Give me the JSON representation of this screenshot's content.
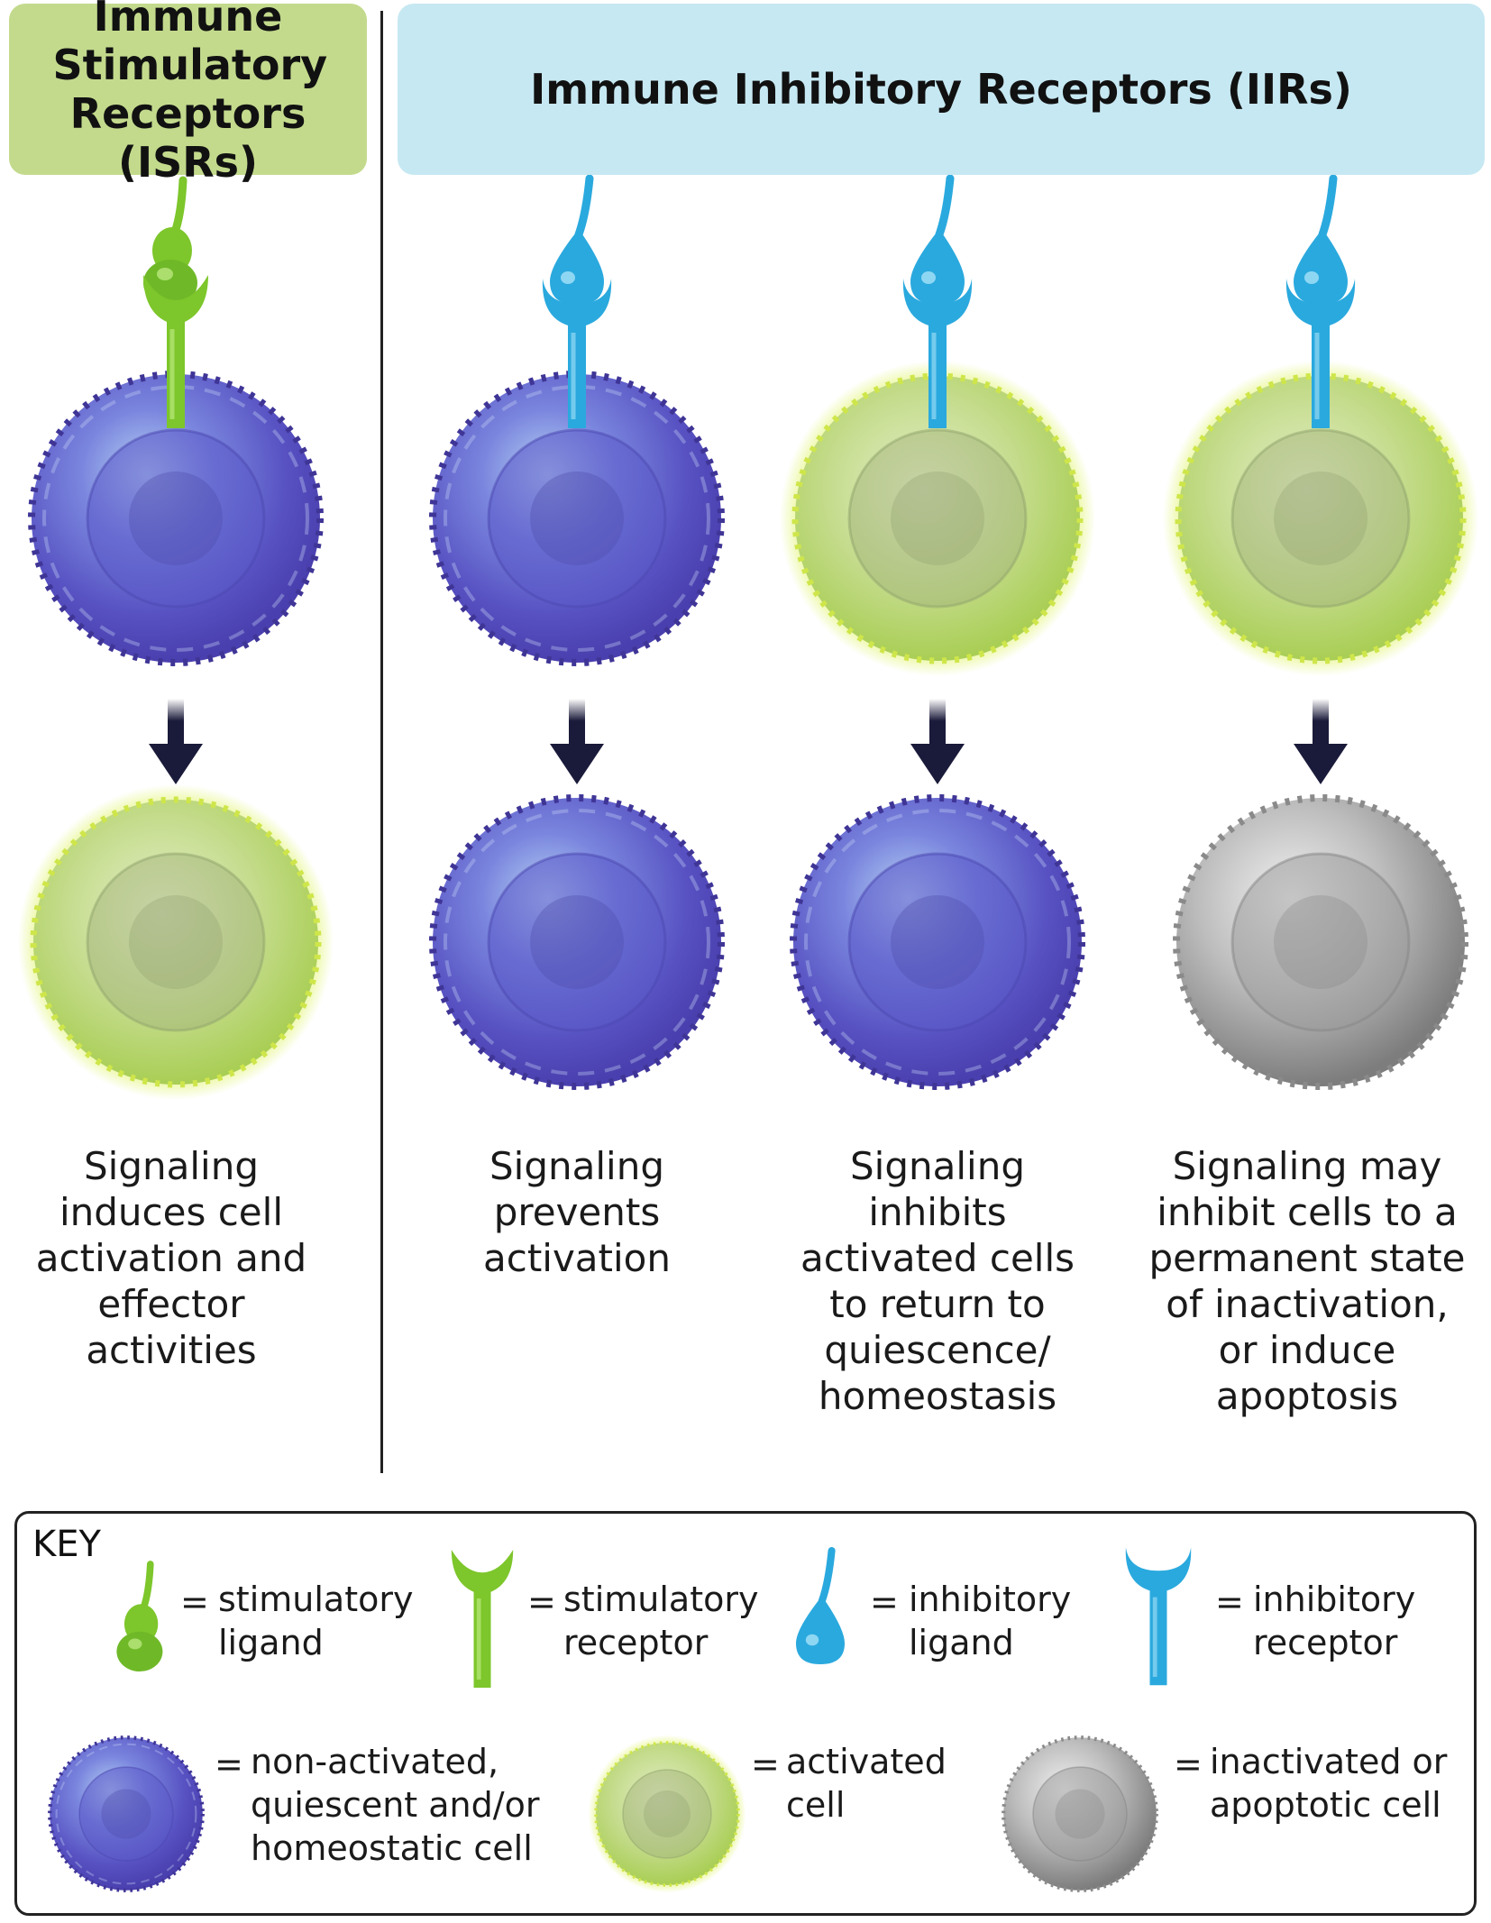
{
  "headers": {
    "isr": "Immune Stimulatory Receptors (ISRs)",
    "iir": "Immune Inhibitory Receptors (IIRs)"
  },
  "captions": [
    "Signaling induces cell activation and effector activities",
    "Signaling prevents activation",
    "Signaling inhibits activated cells to return to quiescence/ homeostasis",
    "Signaling may inhibit cells to a permanent state of inactivation, or induce apoptosis"
  ],
  "key": {
    "title": "KEY",
    "equals": "=",
    "stimulatory_ligand": "stimulatory\nligand",
    "stimulatory_receptor": "stimulatory\nreceptor",
    "inhibitory_ligand": "inhibitory\nligand",
    "inhibitory_receptor": "inhibitory\nreceptor",
    "non_activated_cell": "non-activated,\nquiescent and/or\nhomeostatic cell",
    "activated_cell": "activated\ncell",
    "inactivated_cell": "inactivated or\napoptotic cell"
  },
  "colors": {
    "isr_header": "#c3da8d",
    "iir_header": "#c6e8f2",
    "stimulatory": "#7dc62b",
    "inhibitory": "#2aa9de",
    "non_activated_cell": "#5b5bc8",
    "activated_cell": "#b9d97a",
    "inactivated_cell": "#9a9a9a",
    "arrow": "#1a1a3a"
  }
}
